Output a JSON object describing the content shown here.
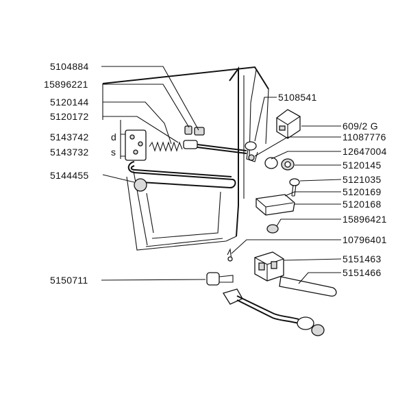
{
  "part_numbers": {
    "p5104884": "5104884",
    "p15896221": "15896221",
    "p5120144": "5120144",
    "p5120172": "5120172",
    "p5143742": "5143742",
    "p5143732": "5143732",
    "side_d": "d",
    "side_s": "s",
    "p5144455": "5144455",
    "p5150711": "5150711",
    "p5108541": "5108541",
    "p609_2G": "609/2 G",
    "p11087776": "11087776",
    "p12647004": "12647004",
    "p5120145": "5120145",
    "p5121035": "5121035",
    "p5120169": "5120169",
    "p5120168": "5120168",
    "p15896421": "15896421",
    "p10796401": "10796401",
    "p5151463": "5151463",
    "p5151466": "5151466"
  }
}
